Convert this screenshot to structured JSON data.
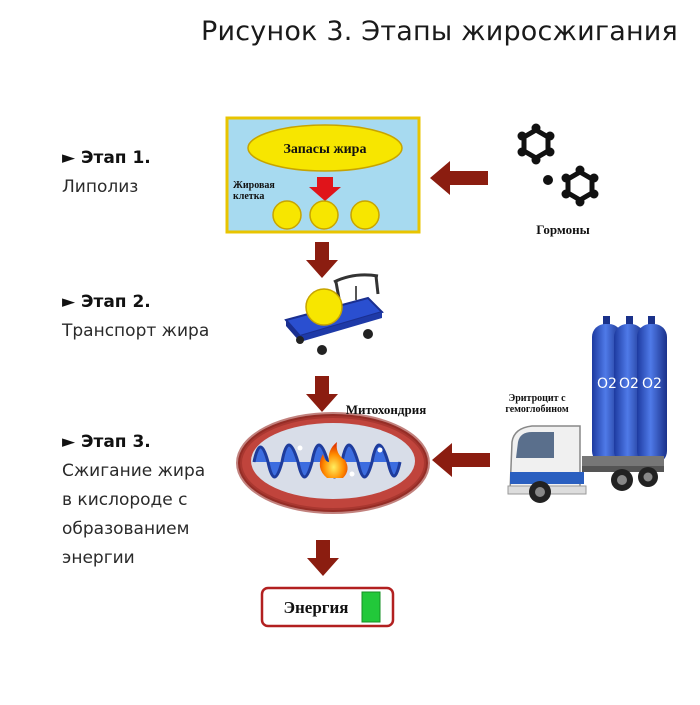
{
  "title": "Рисунок 3. Этапы жиросжигания",
  "stages": [
    {
      "head": "► Этап 1.",
      "lines": [
        "Липолиз"
      ]
    },
    {
      "head": "► Этап 2.",
      "lines": [
        "Транспорт жира"
      ]
    },
    {
      "head": "► Этап 3.",
      "lines": [
        "Сжигание жира",
        "в кислороде с",
        "образованием",
        "энергии"
      ]
    }
  ],
  "fat_cell": {
    "store_label": "Запасы жира",
    "cell_label_1": "Жировая",
    "cell_label_2": "клетка"
  },
  "hormones_label": "Гормоны",
  "mito_label": "Митохондрия",
  "truck_label_1": "Эритроцит с",
  "truck_label_2": "гемоглобином",
  "cylinder_label": "O2",
  "energy_label": "Энергия",
  "colors": {
    "arrow": "#8b1d10",
    "cell_bg": "#a7daf0",
    "cell_border": "#e8c400",
    "fat": "#f7e600",
    "cylinder": "#2f56c8",
    "energy_box": "#b22020",
    "energy_bar": "#22c83a"
  }
}
